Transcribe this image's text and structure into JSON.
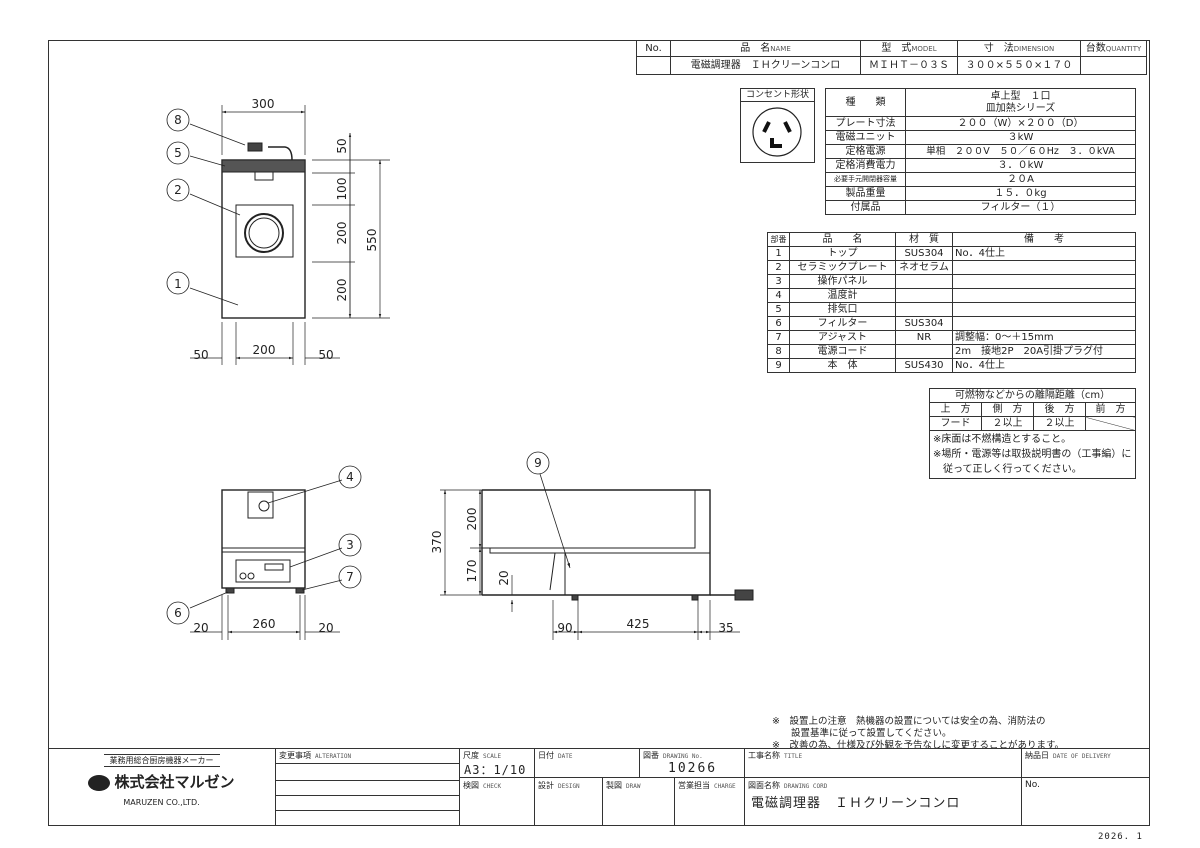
{
  "product": {
    "headers": {
      "no": "No.",
      "name": "品　名",
      "name_en": "NAME",
      "model": "型　式",
      "model_en": "MODEL",
      "dimension": "寸　法",
      "dimension_en": "DIMENSION",
      "quantity": "台数",
      "quantity_en": "QUANTITY"
    },
    "values": {
      "no": "",
      "name": "電磁調理器　ＩＨクリーンコンロ",
      "model": "ＭＩＨＴ－０３Ｓ",
      "dimension": "３００×５５０×１７０",
      "quantity": ""
    }
  },
  "outlet": {
    "label": "コンセント形状"
  },
  "specs": [
    {
      "label": "種　　類",
      "value": "卓上型　１口",
      "value2": "皿加熱シリーズ"
    },
    {
      "label": "プレート寸法",
      "value": "２００（W）×２００（D）"
    },
    {
      "label": "電磁ユニット",
      "value": "３kW"
    },
    {
      "label": "定格電源",
      "value": "単相　２００V　５０／６０Hz　３．０kVA"
    },
    {
      "label": "定格消費電力",
      "value": "３．０kW"
    },
    {
      "label": "必要手元開閉器容量",
      "value": "２０A"
    },
    {
      "label": "製品重量",
      "value": "１５．０kg"
    },
    {
      "label": "付属品",
      "value": "フィルター（１）"
    }
  ],
  "parts": {
    "headers": [
      "部番",
      "品　　名",
      "材　質",
      "備　　考"
    ],
    "rows": [
      [
        "1",
        "トップ",
        "SUS304",
        "No．4仕上"
      ],
      [
        "2",
        "セラミックプレート",
        "ネオセラム",
        ""
      ],
      [
        "3",
        "操作パネル",
        "",
        ""
      ],
      [
        "4",
        "温度計",
        "",
        ""
      ],
      [
        "5",
        "排気口",
        "",
        ""
      ],
      [
        "6",
        "フィルター",
        "SUS304",
        ""
      ],
      [
        "7",
        "アジャスト",
        "NR",
        "調整幅：0～＋15mm"
      ],
      [
        "8",
        "電源コード",
        "",
        "2m　接地2P　20A引掛プラグ付"
      ],
      [
        "9",
        "本　体",
        "SUS430",
        "No．4仕上"
      ]
    ]
  },
  "clearance": {
    "title": "可燃物などからの離隔距離（cm）",
    "headers": [
      "上　方",
      "側　方",
      "後　方",
      "前　方"
    ],
    "values": [
      "フード",
      "２以上",
      "２以上",
      ""
    ],
    "notes": [
      "※床面は不燃構造とすること。",
      "※場所・電源等は取扱説明書の（工事編）に",
      "　従って正しく行ってください。"
    ]
  },
  "notes": [
    "※　設置上の注意　熱機器の設置については安全の為、消防法の",
    "　　設置基準に従って設置してください。",
    "※　改善の為、仕様及び外観を予告なしに変更することがあります。"
  ],
  "drawing": {
    "balloons": [
      "1",
      "2",
      "3",
      "4",
      "5",
      "6",
      "7",
      "8",
      "9"
    ],
    "dims": {
      "w300": "300",
      "d50a": "50",
      "d100": "100",
      "d200a": "200",
      "d200b": "200",
      "d550": "550",
      "b50a": "50",
      "b200": "200",
      "b50b": "50",
      "f20a": "20",
      "f260": "260",
      "f20b": "20",
      "h370": "370",
      "h200": "200",
      "h170": "170",
      "h20": "20",
      "s90": "90",
      "s425": "425",
      "s35": "35"
    }
  },
  "title_block": {
    "maker_tagline": "業務用総合厨房機器メーカー",
    "company": "株式会社マルゼン",
    "company_en": "MARUZEN CO.,LTD.",
    "alteration": "変更事項",
    "alteration_en": "ALTERATION",
    "scale": "尺度",
    "scale_en": "SCALE",
    "scale_value": "A3：1/10",
    "date": "日付",
    "date_en": "DATE",
    "drawing_no": "図番",
    "drawing_no_en": "DRAWING No.",
    "drawing_no_value": "10266",
    "title": "工事名称",
    "title_en": "TITLE",
    "delivery": "納品日",
    "delivery_en": "DATE OF DELIVERY",
    "check": "検図",
    "check_en": "CHECK",
    "design": "設計",
    "design_en": "DESIGN",
    "draw": "製図",
    "draw_en": "DRAW",
    "charge": "営業担当",
    "charge_en": "CHARGE",
    "drawing_name": "図面名称",
    "drawing_name_en": "DRAWING CORD",
    "drawing_name_value": "電磁調理器　ＩＨクリーンコンロ",
    "no": "No."
  },
  "issue_date": "2026. 1"
}
